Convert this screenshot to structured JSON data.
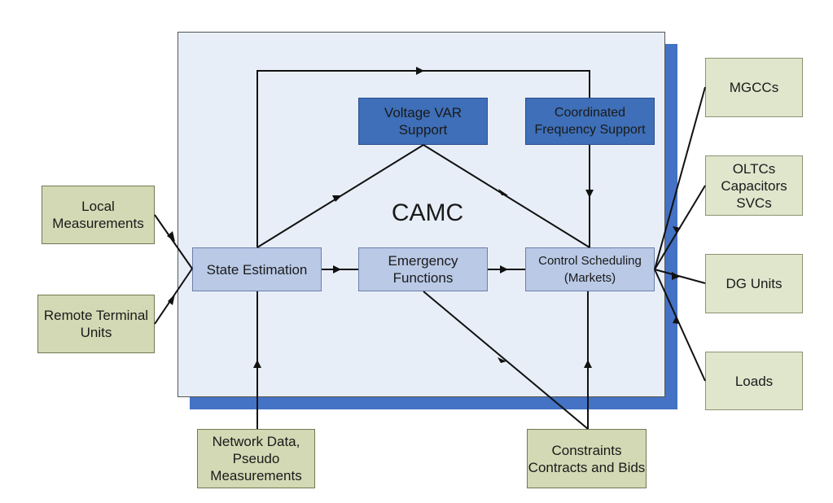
{
  "title": "CAMC",
  "inner_nodes": {
    "state_estimation": "State Estimation",
    "emergency_functions": "Emergency\nFunctions",
    "control_scheduling": "Control Scheduling\n(Markets)",
    "voltage_var": "Voltage VAR\nSupport",
    "frequency_support": "Coordinated\nFrequency Support"
  },
  "inputs": {
    "local_measurements": "Local\nMeasurements",
    "remote_terminal_units": "Remote Terminal\nUnits",
    "network_data": "Network Data,\nPseudo\nMeasurements",
    "constraints": "Constraints\nContracts and Bids"
  },
  "outputs": {
    "mgccs": "MGCCs",
    "oltcs": "OLTCs\nCapacitors\nSVCs",
    "dg_units": "DG Units",
    "loads": "Loads"
  },
  "colors": {
    "panel": "#e8eef8",
    "panel_shadow": "#4472c4",
    "inner_box": "#b9c9e6",
    "dark_box": "#3e6fb8",
    "input_box": "#d2d9b4",
    "output_box": "#dfe6cc"
  }
}
